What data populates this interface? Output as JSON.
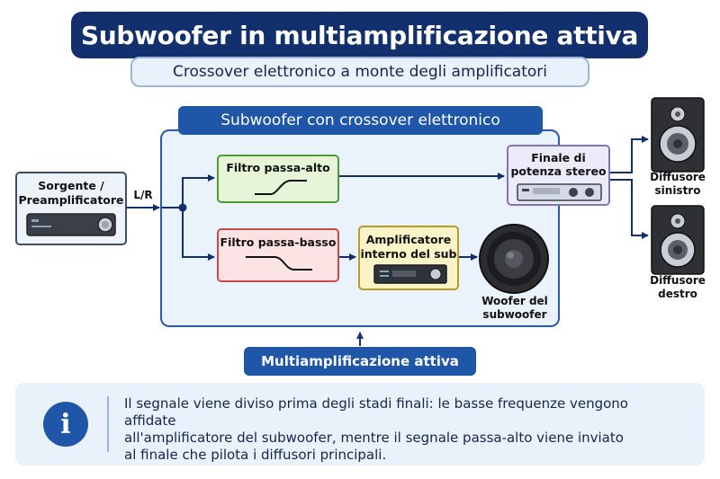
{
  "title": "Subwoofer in multiamplificazione attiva",
  "subtitle": "Crossover elettronico a monte degli amplificatori",
  "panel_header": "Subwoofer con crossover elettronico",
  "source": {
    "line1": "Sorgente /",
    "line2": "Preamplificatore"
  },
  "signal_label": "L/R",
  "high_pass": {
    "label": "Filtro passa-alto"
  },
  "low_pass": {
    "label": "Filtro passa-basso"
  },
  "sub_amp": {
    "line1": "Amplificatore",
    "line2": "interno del sub"
  },
  "woofer": {
    "line1": "Woofer del",
    "line2": "subwoofer"
  },
  "power_amp": {
    "line1": "Finale di",
    "line2": "potenza stereo"
  },
  "left_speaker": {
    "line1": "Diffusore",
    "line2": "sinistro"
  },
  "right_speaker": {
    "line1": "Diffusore",
    "line2": "destro"
  },
  "footer_label": "Multiamplificazione attiva",
  "info": {
    "icon": "info-icon",
    "line1": "Il segnale viene diviso prima degli stadi finali: le basse frequenze vengono affidate",
    "line2": "all'amplificatore del subwoofer, mentre il segnale passa-alto viene inviato",
    "line3": "al finale che pilota i diffusori principali."
  },
  "colors": {
    "navy": "#12306e",
    "blue": "#1f56a8",
    "high_pass": "#4f9a34",
    "low_pass": "#c84a4a",
    "sub_amp": "#b99a23",
    "power_amp": "#7f74b8"
  }
}
